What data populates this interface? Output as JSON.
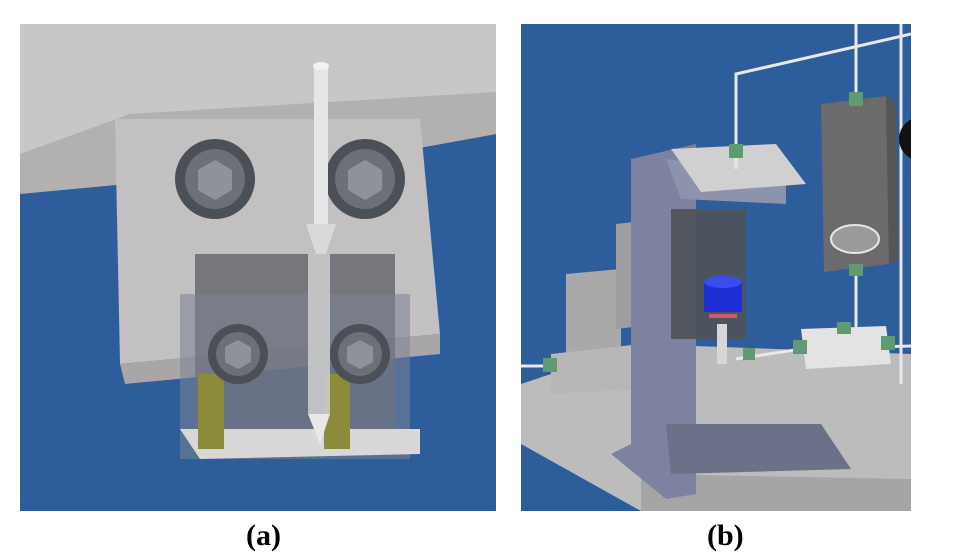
{
  "figure": {
    "panels": [
      {
        "id": "a",
        "caption": "(a)"
      },
      {
        "id": "b",
        "caption": "(b)"
      }
    ]
  },
  "colors": {
    "background_blue": "#2e5d9b",
    "part_gray": "#bdbdbd",
    "dark_gray": "#5a5e63",
    "brass": "#8b8b3a",
    "accent_blue": "#1f2fd6",
    "bolt_green": "#5f9a72"
  }
}
